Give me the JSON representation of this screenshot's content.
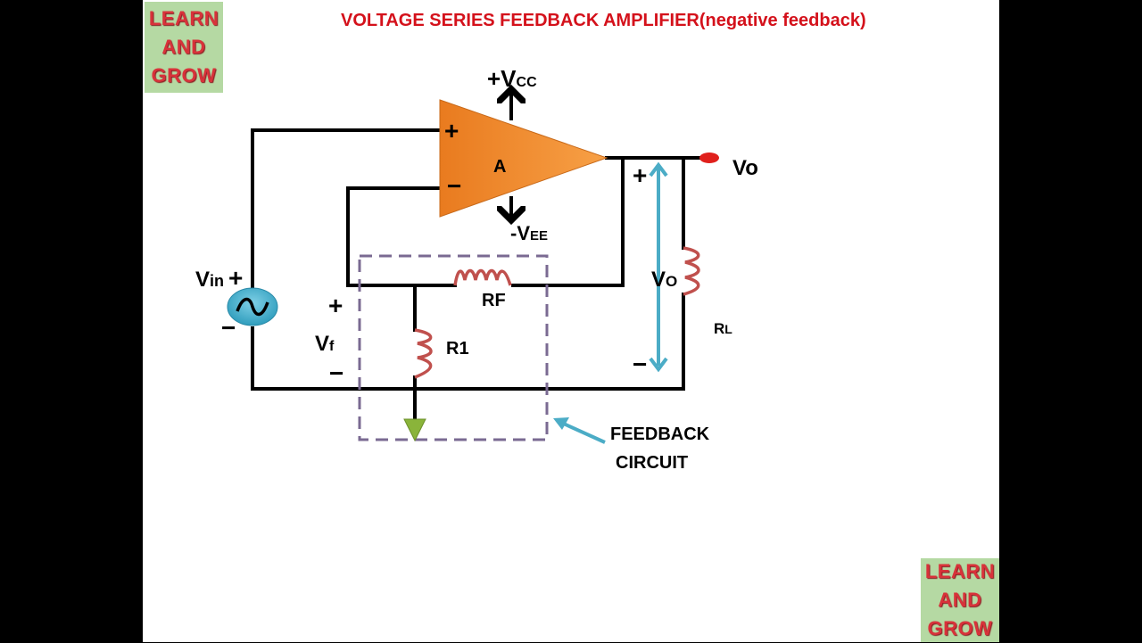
{
  "title": "VOLTAGE SERIES FEEDBACK AMPLIFIER(negative feedback)",
  "badges": {
    "top": [
      "LEARN",
      "AND",
      "GROW"
    ],
    "bottom": [
      "LEARN",
      "AND",
      "GROW"
    ]
  },
  "colors": {
    "title": "#d4111b",
    "amplifier": "#f08a2c",
    "resistor": "#c0504d",
    "source": "#4bacc6",
    "feedback_box": "#7a6a92",
    "ground": "#8ab43a",
    "output_node": "#e0201c",
    "badge_bg": "#b5d9a3"
  },
  "diagram": {
    "amplifier_label": "A",
    "vcc_sign": "+V",
    "vcc_sub": "CC",
    "vee_sign": "-V",
    "vee_sub": "EE",
    "input_plus": "+",
    "input_minus": "−",
    "vin_main": "V",
    "vin_sub": "in",
    "vin_plus": "+",
    "vin_minus": "−",
    "vf_main": "V",
    "vf_sub": "f",
    "vf_plus": "+",
    "vf_minus": "−",
    "rf_label": "RF",
    "r1_label": "R1",
    "rl_main": "R",
    "rl_sub": "L",
    "vo_out": "Vo",
    "vo_main": "V",
    "vo_sub": "O",
    "vo_plus": "+",
    "vo_minus": "−",
    "feedback_label_line1": "FEEDBACK",
    "feedback_label_line2": "CIRCUIT"
  }
}
